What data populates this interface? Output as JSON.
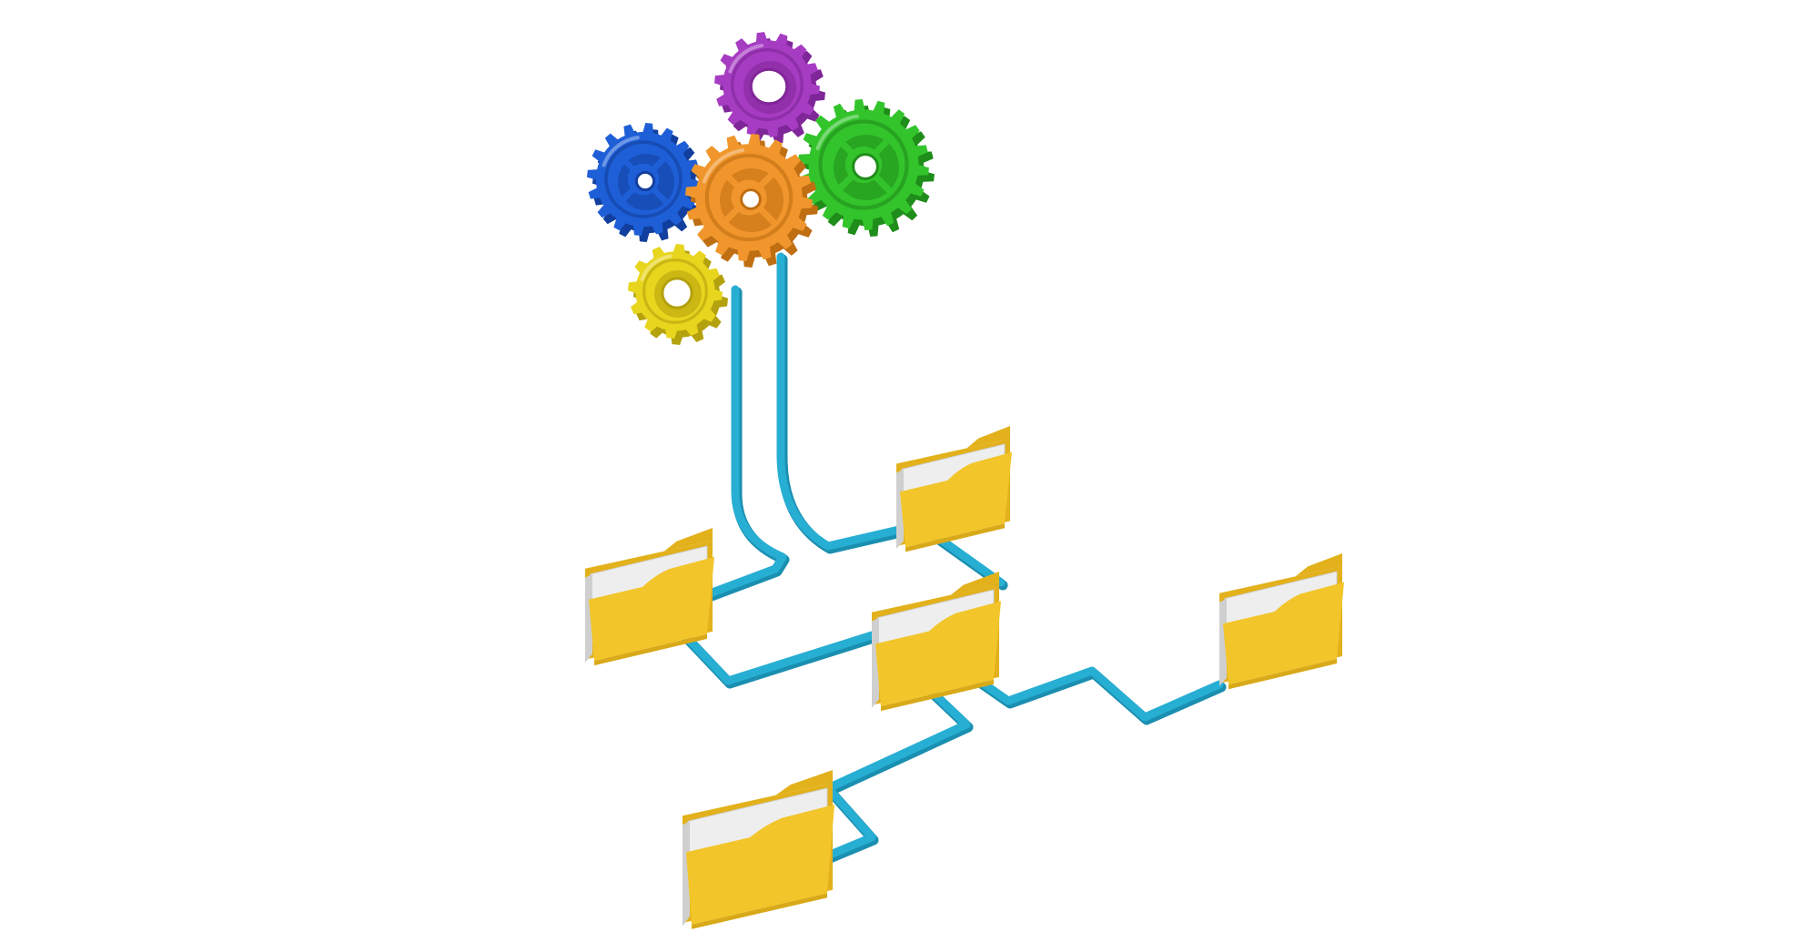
{
  "illustration": {
    "background_color": "#ffffff",
    "connector_color": "#27aed3",
    "connector_shadow_color": "#1a8fb0",
    "gears": [
      {
        "name": "gear-purple",
        "icon": "gear-icon",
        "color": "#a63cc2",
        "shade": "#7f2698"
      },
      {
        "name": "gear-blue",
        "icon": "gear-icon",
        "color": "#1e5fd8",
        "shade": "#123f9e"
      },
      {
        "name": "gear-green",
        "icon": "gear-icon",
        "color": "#33c42c",
        "shade": "#1f8d1a"
      },
      {
        "name": "gear-orange",
        "icon": "gear-icon",
        "color": "#f0962c",
        "shade": "#c06e12"
      },
      {
        "name": "gear-yellow",
        "icon": "gear-icon",
        "color": "#e8d51e",
        "shade": "#b3a10e"
      }
    ],
    "folders": [
      {
        "name": "folder-upper-right",
        "icon": "folder-icon"
      },
      {
        "name": "folder-left",
        "icon": "folder-icon"
      },
      {
        "name": "folder-center",
        "icon": "folder-icon"
      },
      {
        "name": "folder-far-right",
        "icon": "folder-icon"
      },
      {
        "name": "folder-bottom",
        "icon": "folder-icon"
      }
    ],
    "folder_colors": {
      "front": "#f2c52a",
      "front_shade": "#d8a918",
      "back": "#e2b11c",
      "paper": "#eeeeee",
      "paper_shade": "#cfcfcf"
    }
  }
}
